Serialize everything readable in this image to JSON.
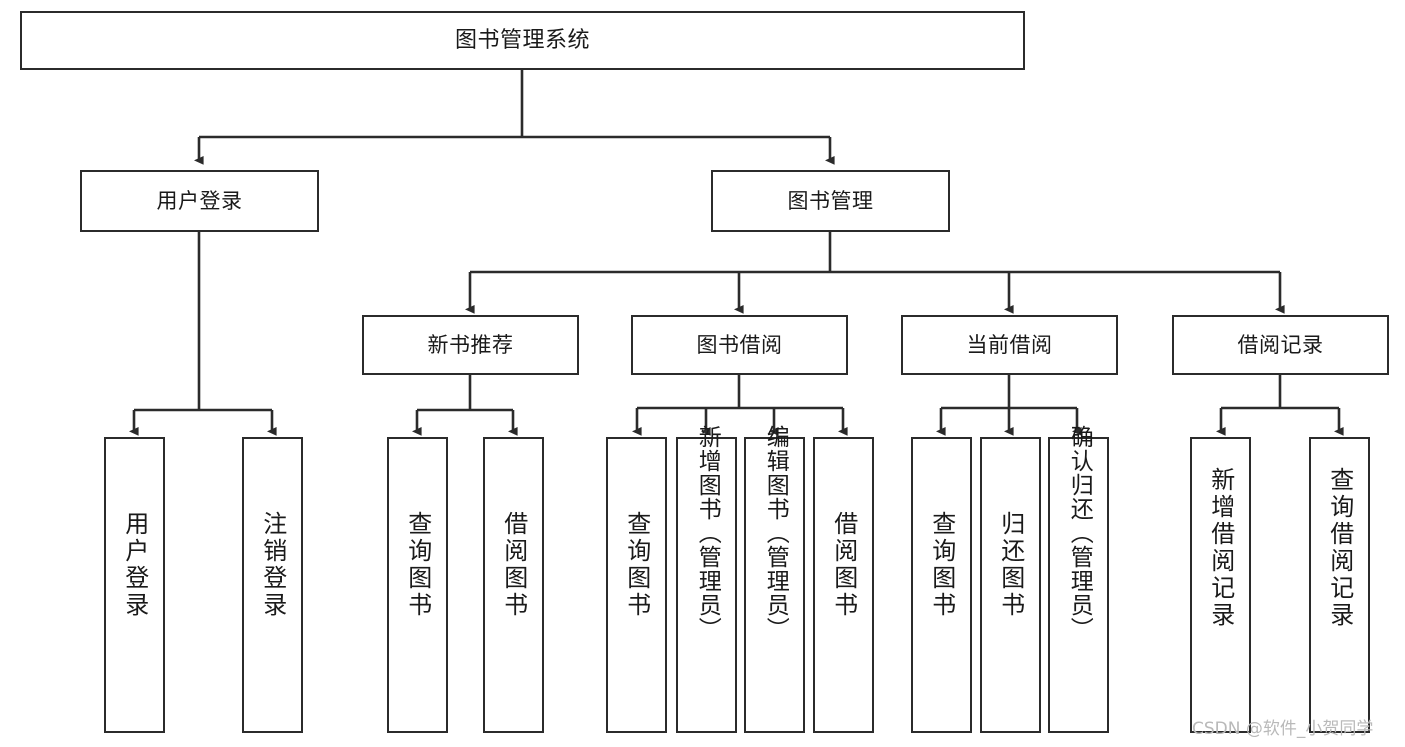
{
  "diagram": {
    "title": "图书管理系统",
    "type": "tree-hierarchy",
    "root": {
      "id": "root",
      "label": "图书管理系统"
    },
    "level2": [
      {
        "id": "user-login",
        "label": "用户登录"
      },
      {
        "id": "book-management",
        "label": "图书管理"
      }
    ],
    "level3": [
      {
        "id": "new-book-recommend",
        "label": "新书推荐",
        "parent": "book-management"
      },
      {
        "id": "book-borrow",
        "label": "图书借阅",
        "parent": "book-management"
      },
      {
        "id": "current-borrow",
        "label": "当前借阅",
        "parent": "book-management"
      },
      {
        "id": "borrow-record",
        "label": "借阅记录",
        "parent": "book-management"
      }
    ],
    "leaves": [
      {
        "id": "leaf-user-login",
        "label": "用户登录",
        "parent": "user-login"
      },
      {
        "id": "leaf-logout-login",
        "label": "注销登录",
        "parent": "user-login"
      },
      {
        "id": "leaf-query-book-1",
        "label": "查询图书",
        "parent": "new-book-recommend"
      },
      {
        "id": "leaf-borrow-book-1",
        "label": "借阅图书",
        "parent": "new-book-recommend"
      },
      {
        "id": "leaf-query-book-2",
        "label": "查询图书",
        "parent": "book-borrow"
      },
      {
        "id": "leaf-add-book",
        "label": "新增图书（管理员）",
        "parent": "book-borrow"
      },
      {
        "id": "leaf-edit-book",
        "label": "编辑图书（管理员）",
        "parent": "book-borrow"
      },
      {
        "id": "leaf-borrow-book-2",
        "label": "借阅图书",
        "parent": "book-borrow"
      },
      {
        "id": "leaf-query-book-3",
        "label": "查询图书",
        "parent": "current-borrow"
      },
      {
        "id": "leaf-return-book",
        "label": "归还图书",
        "parent": "current-borrow"
      },
      {
        "id": "leaf-confirm-return",
        "label": "确认归还（管理员）",
        "parent": "current-borrow"
      },
      {
        "id": "leaf-add-record",
        "label": "新增借阅记录",
        "parent": "borrow-record"
      },
      {
        "id": "leaf-query-record",
        "label": "查询借阅记录",
        "parent": "borrow-record"
      }
    ]
  },
  "watermark": {
    "text": "CSDN @软件_小贺同学"
  },
  "colors": {
    "stroke": "#2b2b2b",
    "fill": "#ffffff",
    "text": "#1a1a1a",
    "watermark": "#b9b9b9"
  }
}
